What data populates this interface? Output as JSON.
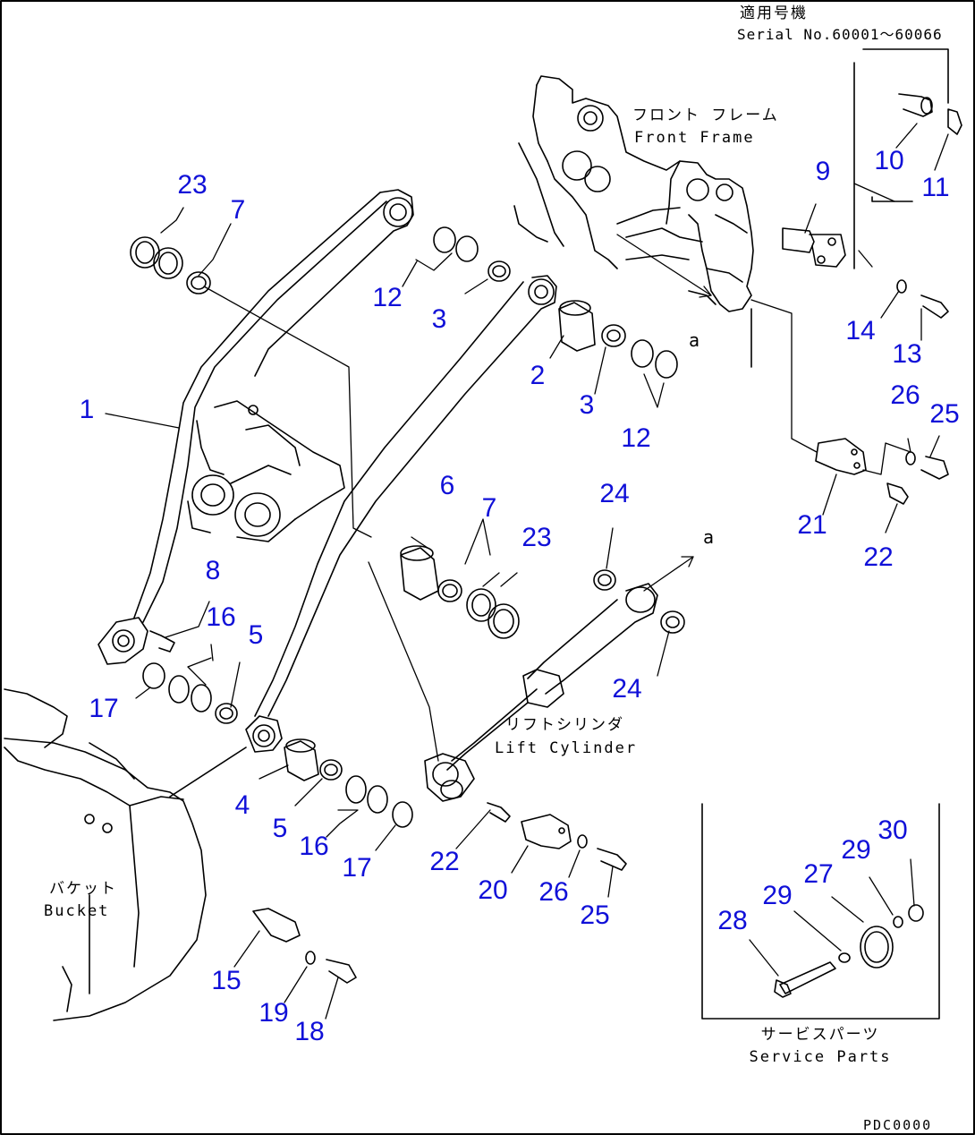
{
  "header": {
    "applicable_jp": "適用号機",
    "serial": "Serial No.60001～60066"
  },
  "labels": {
    "front_frame_jp": "フロント フレーム",
    "front_frame_en": "Front Frame",
    "lift_cylinder_jp": "リフトシリンダ",
    "lift_cylinder_en": "Lift Cylinder",
    "bucket_jp": "バケット",
    "bucket_en": "Bucket",
    "service_jp": "サービスパーツ",
    "service_en": "Service Parts",
    "ref_a": "a",
    "drawing_code": "PDC0000"
  },
  "callouts": [
    "23",
    "7",
    "12",
    "3",
    "9",
    "10",
    "11",
    "14",
    "13",
    "1",
    "2",
    "3",
    "12",
    "26",
    "25",
    "6",
    "7",
    "23",
    "24",
    "21",
    "22",
    "8",
    "16",
    "5",
    "17",
    "24",
    "4",
    "5",
    "16",
    "17",
    "22",
    "20",
    "26",
    "25",
    "15",
    "19",
    "18",
    "28",
    "29",
    "27",
    "29",
    "30"
  ],
  "colors": {
    "callout": "#1010d8",
    "line": "#000000"
  }
}
